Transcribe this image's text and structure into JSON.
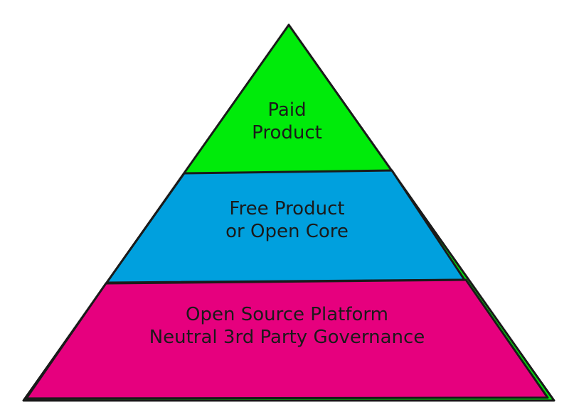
{
  "diagram_type": "pyramid",
  "background": "#ffffff",
  "outline_color": "#1a1a1a",
  "text_color": "#1a1a1a",
  "tiers": [
    {
      "name": "paid-product",
      "lines": [
        "Paid",
        "Product"
      ],
      "color": "#00eb0a"
    },
    {
      "name": "free-product-or-open-core",
      "lines": [
        "Free Product",
        "or Open Core"
      ],
      "color": "#00a0de"
    },
    {
      "name": "open-source-platform-neutral-3rd-party-governance",
      "lines": [
        "Open Source Platform",
        "Neutral 3rd Party Governance"
      ],
      "color": "#e6007e"
    }
  ]
}
